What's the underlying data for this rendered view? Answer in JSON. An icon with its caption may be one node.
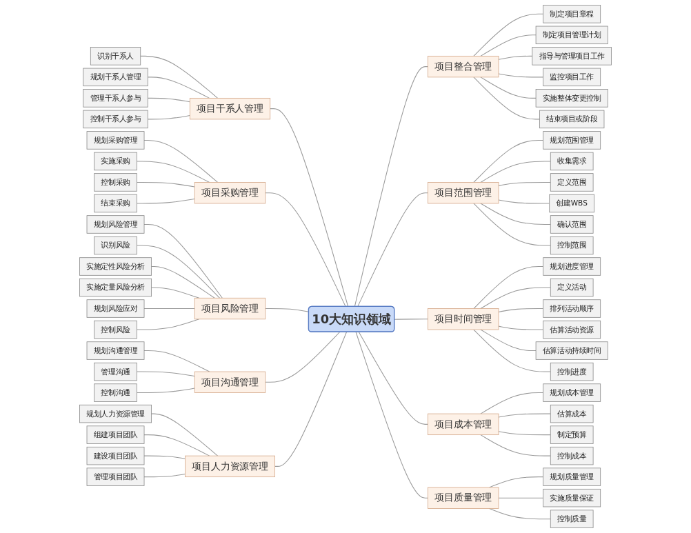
{
  "diagram": {
    "nodes": [
      {
        "text": [
          "10大知识领域"
        ]
      },
      {
        "text": [
          "项目整合管理"
        ]
      },
      {
        "text": [
          "制定项目章程"
        ]
      },
      {
        "text": [
          "制定项目管理计划"
        ]
      },
      {
        "text": [
          "指导与管理项目工作"
        ]
      },
      {
        "text": [
          "监控项目工作"
        ]
      },
      {
        "text": [
          "实施整体变更控制"
        ]
      },
      {
        "text": [
          "结束项目或阶段"
        ]
      },
      {
        "text": [
          "项目范围管理"
        ]
      },
      {
        "text": [
          "规划范围管理"
        ]
      },
      {
        "text": [
          "收集需求"
        ]
      },
      {
        "text": [
          "定义范围"
        ]
      },
      {
        "text": [
          "创建WBS"
        ]
      },
      {
        "text": [
          "确认范围"
        ]
      },
      {
        "text": [
          "控制范围"
        ]
      },
      {
        "text": [
          "项目时间管理"
        ]
      },
      {
        "text": [
          "规划进度管理"
        ]
      },
      {
        "text": [
          "定义活动"
        ]
      },
      {
        "text": [
          "排列活动顺序"
        ]
      },
      {
        "text": [
          "估算活动资源"
        ]
      },
      {
        "text": [
          "估算活动持续时间"
        ]
      },
      {
        "text": [
          "控制进度"
        ]
      },
      {
        "text": [
          "项目成本管理"
        ]
      },
      {
        "text": [
          "规划成本管理"
        ]
      },
      {
        "text": [
          "估算成本"
        ]
      },
      {
        "text": [
          "制定预算"
        ]
      },
      {
        "text": [
          "控制成本"
        ]
      },
      {
        "text": [
          "项目质量管理"
        ]
      },
      {
        "text": [
          "规划质量管理"
        ]
      },
      {
        "text": [
          "实施质量保证"
        ]
      },
      {
        "text": [
          "控制质量"
        ]
      },
      {
        "text": [
          "项目干系人管理"
        ]
      },
      {
        "text": [
          "识别干系人"
        ]
      },
      {
        "text": [
          "规划干系人管理"
        ]
      },
      {
        "text": [
          "管理干系人参与"
        ]
      },
      {
        "text": [
          "控制干系人参与"
        ]
      },
      {
        "text": [
          "项目采购管理"
        ]
      },
      {
        "text": [
          "规划采购管理"
        ]
      },
      {
        "text": [
          "实施采购"
        ]
      },
      {
        "text": [
          "控制采购"
        ]
      },
      {
        "text": [
          "结束采购"
        ]
      },
      {
        "text": [
          "项目风险管理"
        ]
      },
      {
        "text": [
          "规划风险管理"
        ]
      },
      {
        "text": [
          "识别风险"
        ]
      },
      {
        "text": [
          "实施定性风险分析"
        ]
      },
      {
        "text": [
          "实施定量风险分析"
        ]
      },
      {
        "text": [
          "规划风险应对"
        ]
      },
      {
        "text": [
          "控制风险"
        ]
      },
      {
        "text": [
          "项目沟通管理"
        ]
      },
      {
        "text": [
          "规划沟通管理"
        ]
      },
      {
        "text": [
          "管理沟通"
        ]
      },
      {
        "text": [
          "控制沟通"
        ]
      },
      {
        "text": [
          "项目人力资源管理"
        ]
      },
      {
        "text": [
          "规划人力资源管理"
        ]
      },
      {
        "text": [
          "组建项目团队"
        ]
      },
      {
        "text": [
          "建设项目团队"
        ]
      },
      {
        "text": [
          "管理项目团队"
        ]
      }
    ],
    "edges": [
      {
        "from": 0,
        "to": 1,
        "arrow": "none"
      },
      {
        "from": 1,
        "to": 2,
        "arrow": "none"
      },
      {
        "from": 1,
        "to": 3,
        "arrow": "none"
      },
      {
        "from": 1,
        "to": 4,
        "arrow": "none"
      },
      {
        "from": 1,
        "to": 5,
        "arrow": "none"
      },
      {
        "from": 1,
        "to": 6,
        "arrow": "none"
      },
      {
        "from": 1,
        "to": 7,
        "arrow": "none"
      },
      {
        "from": 0,
        "to": 8,
        "arrow": "none"
      },
      {
        "from": 8,
        "to": 9,
        "arrow": "none"
      },
      {
        "from": 8,
        "to": 10,
        "arrow": "none"
      },
      {
        "from": 8,
        "to": 11,
        "arrow": "none"
      },
      {
        "from": 8,
        "to": 12,
        "arrow": "none"
      },
      {
        "from": 8,
        "to": 13,
        "arrow": "none"
      },
      {
        "from": 8,
        "to": 14,
        "arrow": "none"
      },
      {
        "from": 0,
        "to": 15,
        "arrow": "none"
      },
      {
        "from": 15,
        "to": 16,
        "arrow": "none"
      },
      {
        "from": 15,
        "to": 17,
        "arrow": "none"
      },
      {
        "from": 15,
        "to": 18,
        "arrow": "none"
      },
      {
        "from": 15,
        "to": 19,
        "arrow": "none"
      },
      {
        "from": 15,
        "to": 20,
        "arrow": "none"
      },
      {
        "from": 15,
        "to": 21,
        "arrow": "none"
      },
      {
        "from": 0,
        "to": 22,
        "arrow": "none"
      },
      {
        "from": 22,
        "to": 23,
        "arrow": "none"
      },
      {
        "from": 22,
        "to": 24,
        "arrow": "none"
      },
      {
        "from": 22,
        "to": 25,
        "arrow": "none"
      },
      {
        "from": 22,
        "to": 26,
        "arrow": "none"
      },
      {
        "from": 0,
        "to": 27,
        "arrow": "none"
      },
      {
        "from": 27,
        "to": 28,
        "arrow": "none"
      },
      {
        "from": 27,
        "to": 29,
        "arrow": "none"
      },
      {
        "from": 27,
        "to": 30,
        "arrow": "none"
      },
      {
        "from": 0,
        "to": 31,
        "arrow": "none"
      },
      {
        "from": 31,
        "to": 32,
        "arrow": "none"
      },
      {
        "from": 31,
        "to": 33,
        "arrow": "none"
      },
      {
        "from": 31,
        "to": 34,
        "arrow": "none"
      },
      {
        "from": 31,
        "to": 35,
        "arrow": "none"
      },
      {
        "from": 0,
        "to": 36,
        "arrow": "none"
      },
      {
        "from": 36,
        "to": 37,
        "arrow": "none"
      },
      {
        "from": 36,
        "to": 38,
        "arrow": "none"
      },
      {
        "from": 36,
        "to": 39,
        "arrow": "none"
      },
      {
        "from": 36,
        "to": 40,
        "arrow": "none"
      },
      {
        "from": 0,
        "to": 41,
        "arrow": "none"
      },
      {
        "from": 41,
        "to": 42,
        "arrow": "none"
      },
      {
        "from": 41,
        "to": 43,
        "arrow": "none"
      },
      {
        "from": 41,
        "to": 44,
        "arrow": "none"
      },
      {
        "from": 41,
        "to": 45,
        "arrow": "none"
      },
      {
        "from": 41,
        "to": 46,
        "arrow": "none"
      },
      {
        "from": 41,
        "to": 47,
        "arrow": "none"
      },
      {
        "from": 0,
        "to": 48,
        "arrow": "none"
      },
      {
        "from": 48,
        "to": 49,
        "arrow": "none"
      },
      {
        "from": 48,
        "to": 50,
        "arrow": "none"
      },
      {
        "from": 48,
        "to": 51,
        "arrow": "none"
      },
      {
        "from": 0,
        "to": 52,
        "arrow": "none"
      },
      {
        "from": 52,
        "to": 53,
        "arrow": "none"
      },
      {
        "from": 52,
        "to": 54,
        "arrow": "none"
      },
      {
        "from": 52,
        "to": 55,
        "arrow": "none"
      },
      {
        "from": 52,
        "to": 56,
        "arrow": "none"
      }
    ]
  }
}
